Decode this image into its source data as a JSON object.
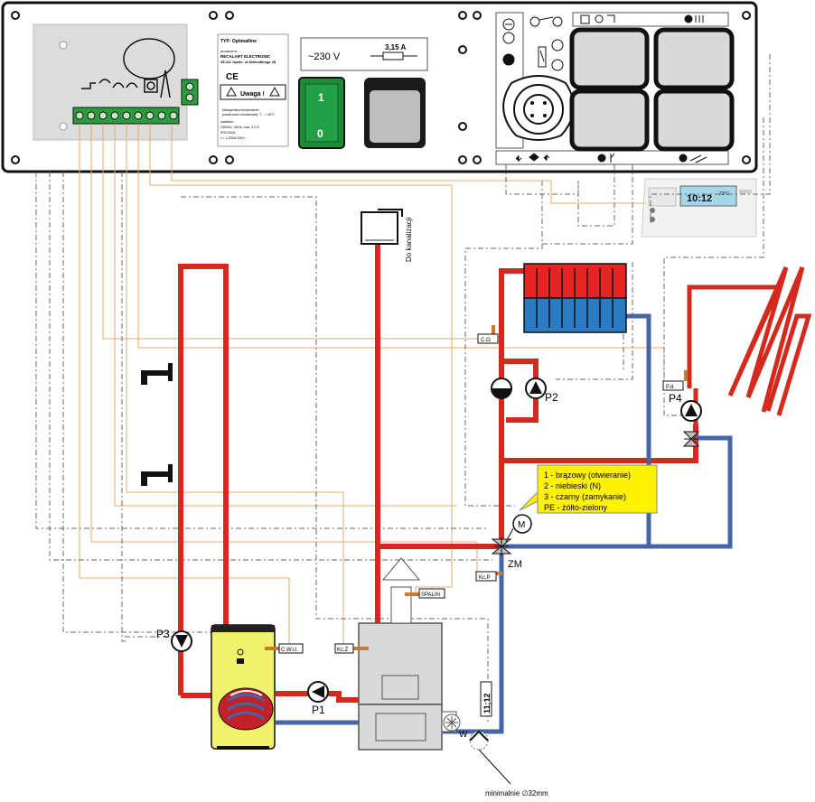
{
  "controller_panel": {
    "info_title": "TYP: Optimalline",
    "info_producer_label": "producent:",
    "info_company": "RECALART ELECTRONIC",
    "info_address": "45-111 Opole, ul.Szkiestkiego 28",
    "warning_label": "Uwaga !",
    "info_note_1": "Maksymalna temperatura",
    "info_note_2": "powierzchni montażowej: T... = 40°C",
    "info_specs_1": "zasilanie:",
    "info_specs_2": "230VAC, 50Hz, max. 3,2 A",
    "info_specs_3": "IP20 IBZA",
    "info_specs_4": "f = 1,225/A 230V~",
    "voltage_label": "~230 V",
    "fuse_label": "3,15 A",
    "switch_on": "1",
    "switch_off": "0"
  },
  "labels": {
    "condensate": "Do kanalizacji",
    "sensor_co": "C.O.",
    "sensor_pd": "P.d.",
    "sensor_spalin": "SPALIN",
    "sensor_kcp": "Kc.P",
    "sensor_kcz": "Kc.Z",
    "sensor_cwu": "C.W.U.",
    "pump_p1": "P1",
    "pump_p2": "P2",
    "pump_p3": "P3",
    "pump_p4": "P4",
    "mixer_zm": "ZM",
    "motor_m": "M",
    "fan_w": "W",
    "pipe_dim": "11;12",
    "min_diameter": "minimalnie ∅32mm"
  },
  "legend": {
    "items": [
      "1 - brązowy (otwieranie)",
      "2 - niebieski (N)",
      "3 - czarny (zamykanie)",
      "PE - żółto-zielony"
    ]
  },
  "thermostat": {
    "display": "10:12",
    "small": "22°C"
  },
  "colors": {
    "hot_pipe": "#d42a1e",
    "cold_pipe": "#4465a8",
    "sensor_wire": "#e8a86a",
    "control_wire": "#666666",
    "switch_green": "#1e8a3a",
    "tank_yellow": "#f0f36a",
    "legend_yellow": "#fff200",
    "radiator_red": "#e62424",
    "radiator_blue": "#2a7bc4"
  }
}
